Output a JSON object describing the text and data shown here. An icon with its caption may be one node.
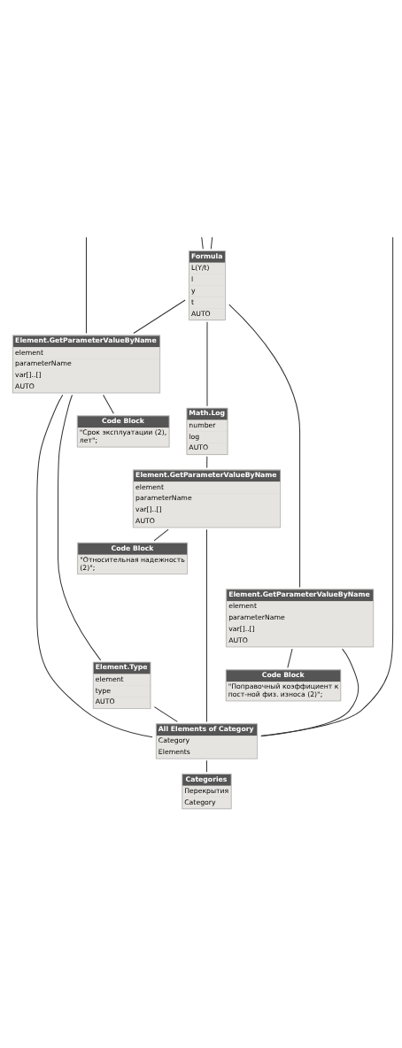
{
  "diagram": {
    "nodes": [
      {
        "text": [
          "Formula",
          "L(Y/t)",
          "l",
          "y",
          "t",
          "AUTO"
        ]
      },
      {
        "text": [
          "Math.Log",
          "number",
          "log",
          "AUTO"
        ]
      },
      {
        "text": [
          "Element.GetParameterValueByName",
          "element",
          "parameterName",
          "var[]..[]",
          "AUTO"
        ]
      },
      {
        "text": [
          "Element.GetParameterValueByName",
          "element",
          "parameterName",
          "var[]..[]",
          "AUTO"
        ]
      },
      {
        "text": [
          "Element.GetParameterValueByName",
          "element",
          "parameterName",
          "var[]..[]",
          "AUTO"
        ]
      },
      {
        "text": [
          "Element.Type",
          "element",
          "type",
          "AUTO"
        ]
      },
      {
        "text": [
          "Code Block",
          "\"Срок эксплуатации (2), лет\";"
        ]
      },
      {
        "text": [
          "Code Block",
          "\"Поправочный коэффициент к пост-ной физ. износа (2)\";"
        ]
      },
      {
        "text": [
          "Code Block",
          "\"Относительная надежность (2)\";"
        ]
      },
      {
        "text": [
          "All Elements of Category",
          "Category",
          "Elements"
        ]
      },
      {
        "text": [
          "Categories",
          "Перекрытия",
          "Category"
        ]
      }
    ],
    "edges": [
      {
        "from": 10,
        "to": 9,
        "arrow": "none"
      },
      {
        "from": 9,
        "to": 3,
        "arrow": "none"
      },
      {
        "from": 9,
        "to": 4,
        "arrow": "none"
      },
      {
        "from": 9,
        "to": 5,
        "arrow": "none"
      },
      {
        "from": 9,
        "to": 2,
        "arrow": "none"
      },
      {
        "from": 9,
        "to": null,
        "arrow": "none"
      },
      {
        "from": 5,
        "to": 2,
        "arrow": "none"
      },
      {
        "from": 7,
        "to": 3,
        "arrow": "none"
      },
      {
        "from": 8,
        "to": 4,
        "arrow": "none"
      },
      {
        "from": 6,
        "to": 2,
        "arrow": "none"
      },
      {
        "from": 4,
        "to": 1,
        "arrow": "none"
      },
      {
        "from": 3,
        "to": 0,
        "arrow": "none"
      },
      {
        "from": 1,
        "to": 0,
        "arrow": "none"
      },
      {
        "from": 2,
        "to": 0,
        "arrow": "none"
      },
      {
        "from": null,
        "to": 0,
        "arrow": "none"
      },
      {
        "from": null,
        "to": 2,
        "arrow": "none"
      },
      {
        "from": 0,
        "to": null,
        "arrow": "none"
      }
    ]
  }
}
